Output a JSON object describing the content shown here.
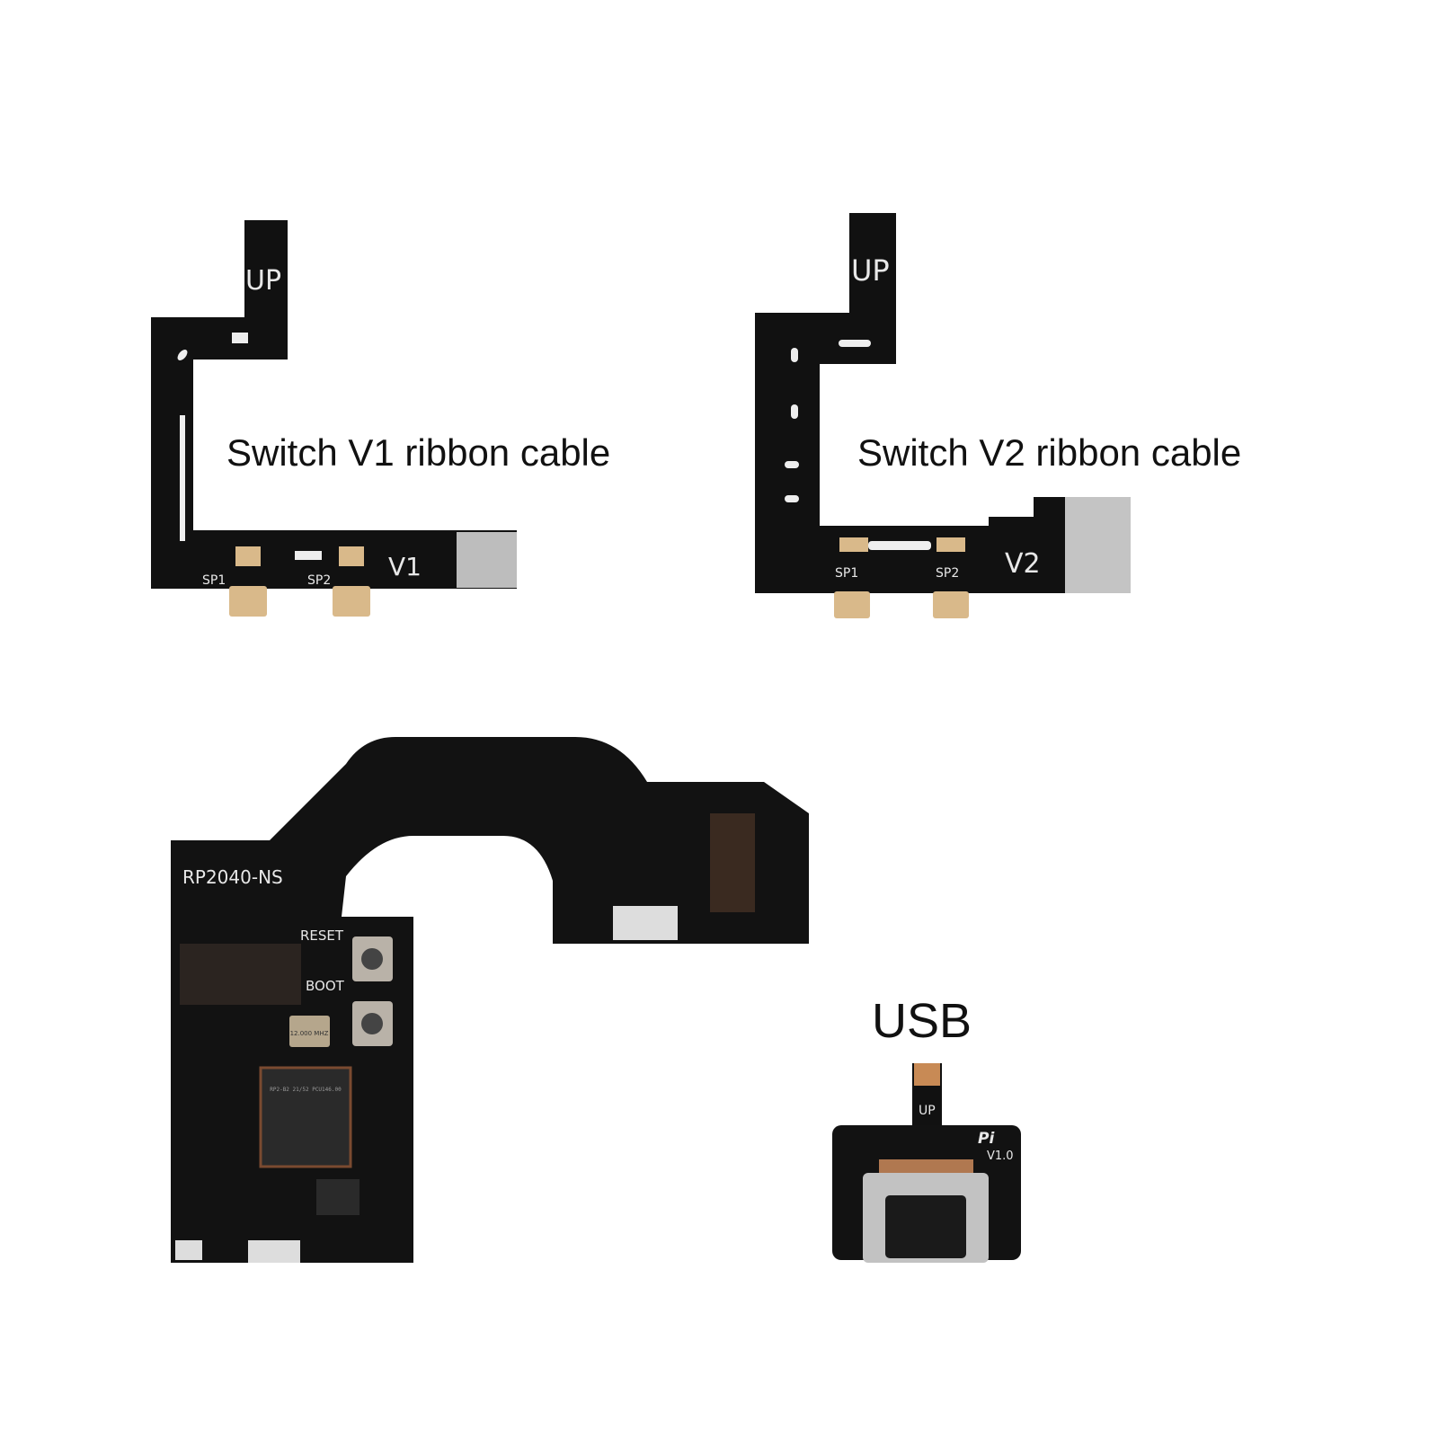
{
  "captions": {
    "v1": "Switch V1 ribbon cable",
    "v2": "Switch V2 ribbon cable",
    "usb": "USB"
  },
  "v1_cable": {
    "up": "UP",
    "sp1": "SP1",
    "sp2": "SP2",
    "version": "V1"
  },
  "v2_cable": {
    "up": "UP",
    "sp1": "SP1",
    "sp2": "SP2",
    "version": "V2"
  },
  "rp_board": {
    "name": "RP2040-NS",
    "reset": "RESET",
    "boot": "BOOT",
    "crystal": "12.000 MHZ",
    "chip": "RP2-B2 21/52 PCU146.00"
  },
  "usb_board": {
    "up": "UP",
    "logo": "Pi",
    "version": "V1.0"
  },
  "colors": {
    "pcb": "#111111",
    "gold": "#d9b98a",
    "steel": "#c9c9c9"
  }
}
